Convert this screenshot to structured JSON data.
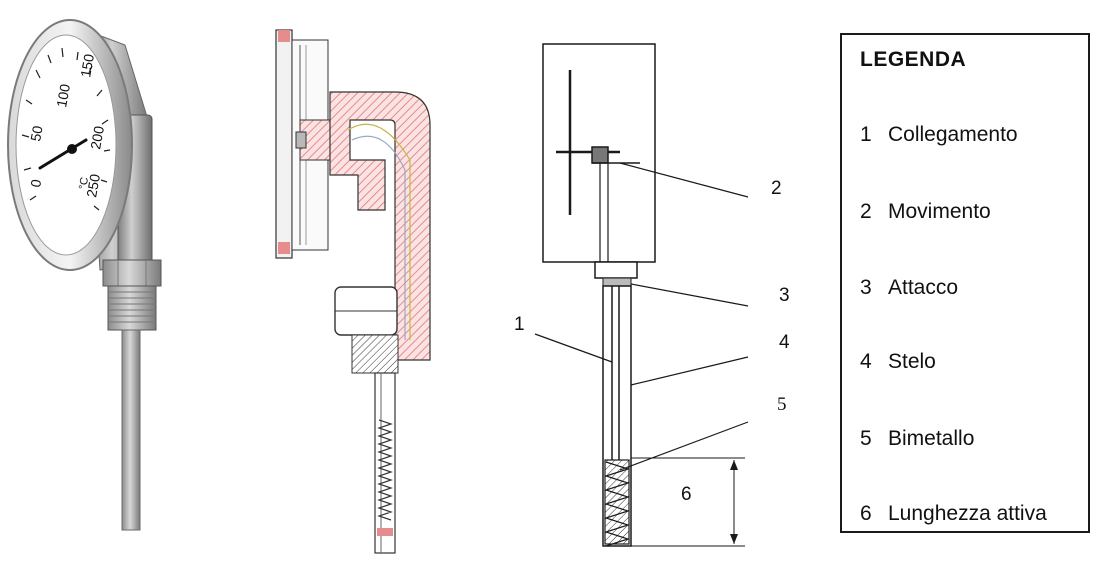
{
  "dial": {
    "scale_labels": [
      "0",
      "50",
      "100",
      "150",
      "200",
      "250"
    ],
    "unit": "°C"
  },
  "callouts": [
    {
      "id": "1",
      "text": "1"
    },
    {
      "id": "2",
      "text": "2"
    },
    {
      "id": "3",
      "text": "3"
    },
    {
      "id": "4",
      "text": "4"
    },
    {
      "id": "5",
      "text": "5"
    },
    {
      "id": "6",
      "text": "6"
    }
  ],
  "legend": {
    "title": "LEGENDA",
    "items": [
      {
        "num": "1",
        "label": "Collegamento"
      },
      {
        "num": "2",
        "label": "Movimento"
      },
      {
        "num": "3",
        "label": "Attacco"
      },
      {
        "num": "4",
        "label": "Stelo"
      },
      {
        "num": "5",
        "label": "Bimetallo"
      },
      {
        "num": "6",
        "label": "Lunghezza attiva"
      }
    ]
  },
  "colors": {
    "section_hatch": "#e58c8c",
    "metal": "#a8a8a8",
    "line": "#1a1a1a"
  }
}
